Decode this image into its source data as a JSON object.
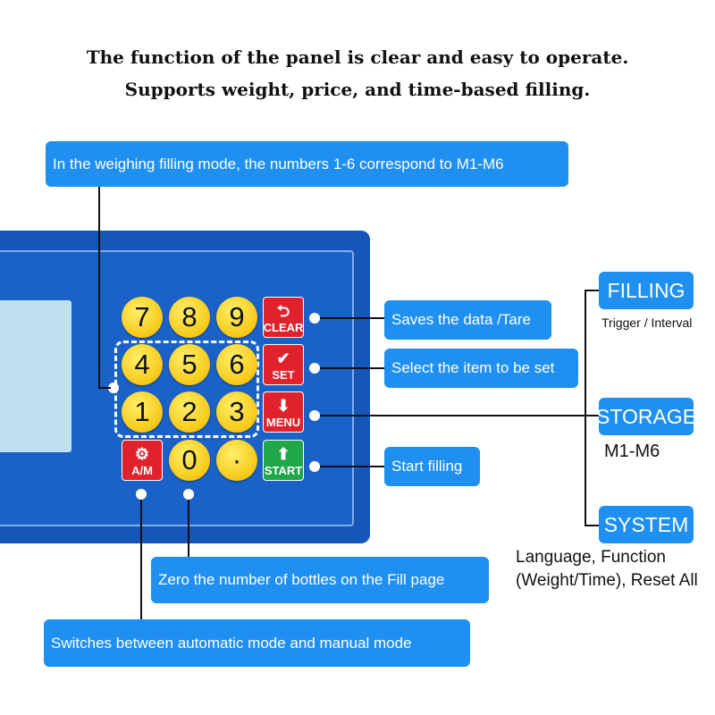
{
  "headings": {
    "line1": "The function of the panel is clear and easy to operate.",
    "line2": "Supports weight, price, and time-based filling."
  },
  "callouts": {
    "weighing_mode": "In the weighing filling mode, the numbers 1-6 correspond to M1-M6",
    "clear": "Saves the data /Tare",
    "set": "Select the item to be set",
    "start": "Start filling",
    "zero": "Zero the number of bottles on the Fill page",
    "am": "Switches between automatic mode and manual mode"
  },
  "menu_tree": {
    "filling": {
      "label": "FILLING",
      "sub": "Trigger / Interval"
    },
    "storage": {
      "label": "STORAGE",
      "sub": "M1-M6"
    },
    "system": {
      "label": "SYSTEM",
      "sub_line1": "Language, Function",
      "sub_line2": "(Weight/Time), Reset All"
    }
  },
  "keypad": {
    "k7": "7",
    "k8": "8",
    "k9": "9",
    "k4": "4",
    "k5": "5",
    "k6": "6",
    "k1": "1",
    "k2": "2",
    "k3": "3",
    "k0": "0",
    "kdot": "·",
    "clear_label": "CLEAR",
    "set_label": "SET",
    "menu_label": "MENU",
    "start_label": "START",
    "am_label": "A/M"
  },
  "colors": {
    "callout_blue": "#1f8ff0",
    "panel_blue": "#1656b8",
    "key_yellow": "#f7c816",
    "key_red": "#e0222c",
    "key_green": "#21a64a"
  }
}
